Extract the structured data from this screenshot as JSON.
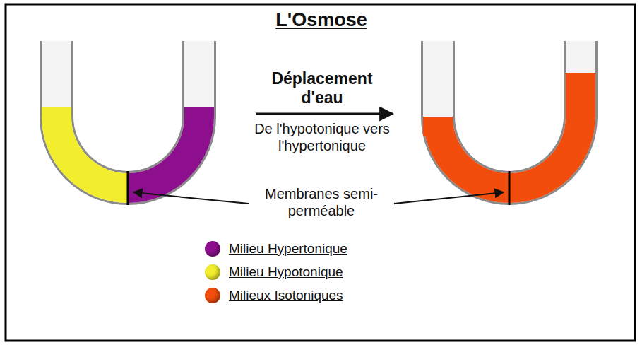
{
  "diagram": {
    "title": "L'Osmose",
    "labels": [
      "Déplacement d'eau",
      "De l'hypotonique vers l'hypertonique",
      "Membranes semi-perméable"
    ],
    "legend": [
      {
        "text": "Milieu Hypertonique",
        "color": "#8e0f8e"
      },
      {
        "text": "Milieu Hypotonique",
        "color": "#f2ee2e"
      },
      {
        "text": "Milieux Isotoniques",
        "color": "#f24d0c"
      }
    ]
  }
}
